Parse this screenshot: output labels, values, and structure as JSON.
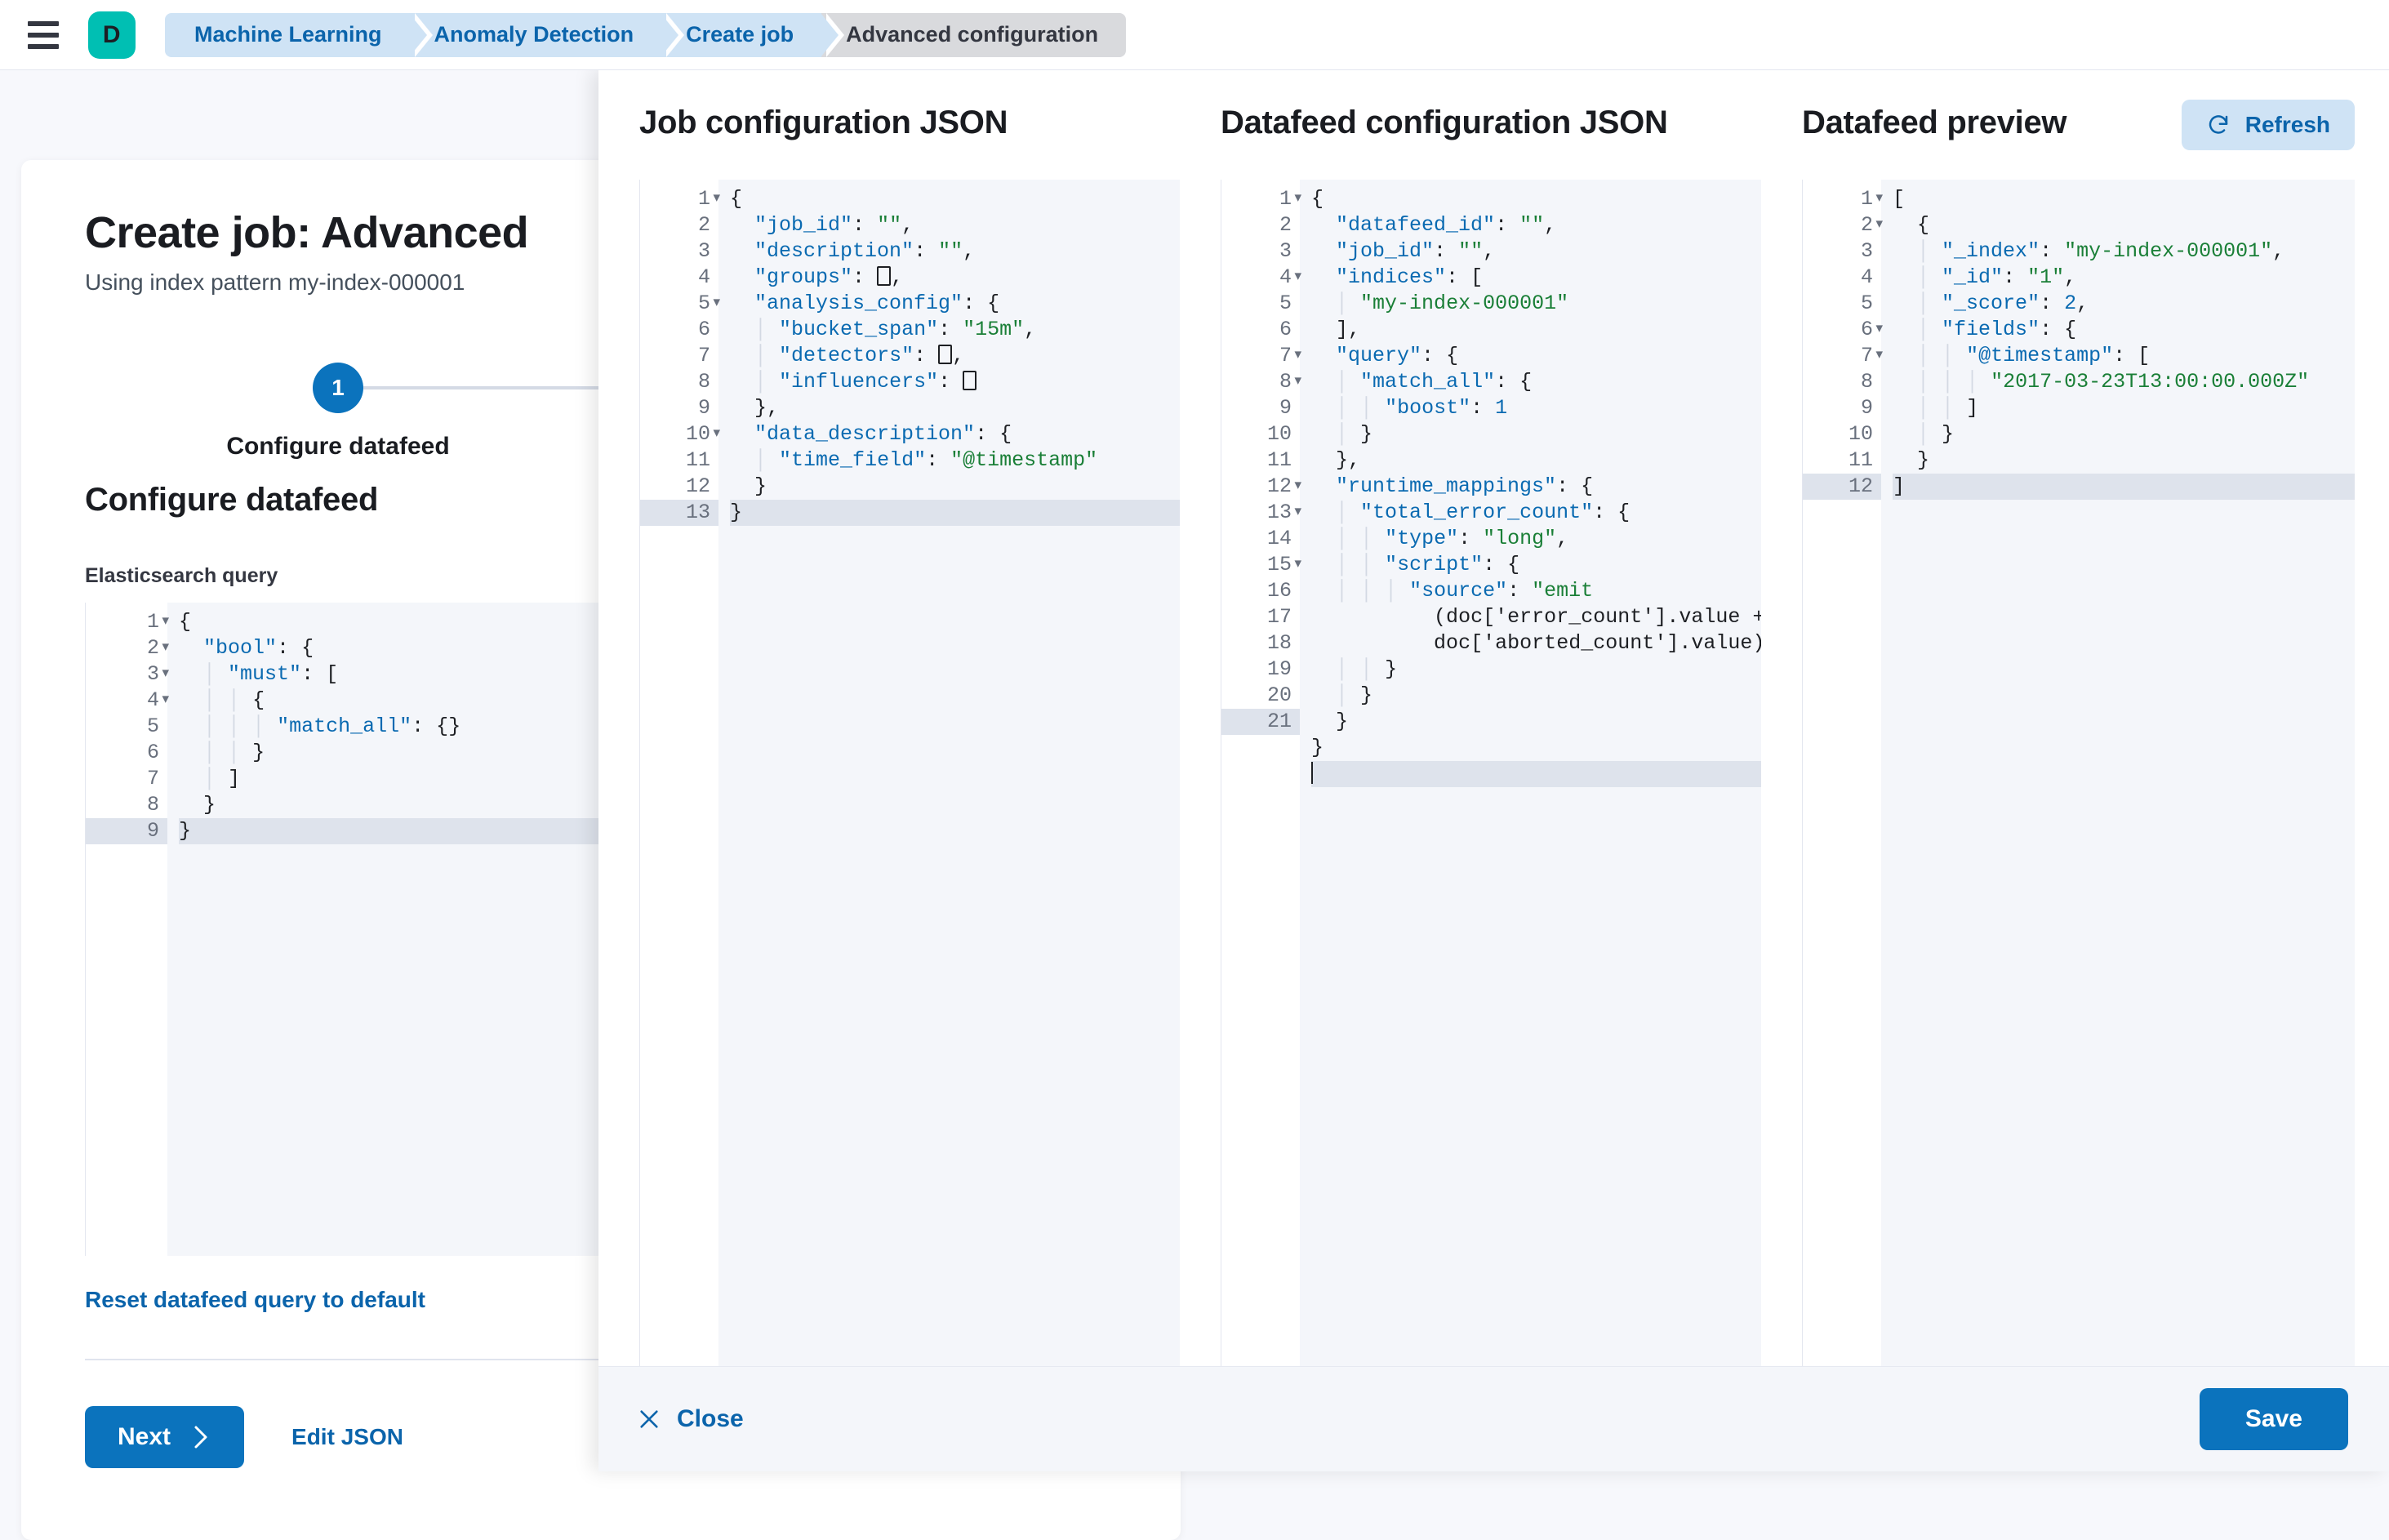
{
  "header": {
    "menu_icon": "hamburger-menu-icon",
    "logo_letter": "D",
    "breadcrumbs": [
      {
        "label": "Machine Learning",
        "current": false
      },
      {
        "label": "Anomaly Detection",
        "current": false
      },
      {
        "label": "Create job",
        "current": false
      },
      {
        "label": "Advanced configuration",
        "current": true
      }
    ]
  },
  "page": {
    "title": "Create job: Advanced",
    "subtitle": "Using index pattern my-index-000001",
    "stepper": {
      "number": "1",
      "label": "Configure datafeed"
    },
    "section_title": "Configure datafeed",
    "query_label": "Elasticsearch query",
    "reset_link": "Reset datafeed query to default",
    "next_button": "Next",
    "next_icon": "chevron-right-icon",
    "edit_json_link": "Edit JSON"
  },
  "flyout": {
    "job_config": {
      "title": "Job configuration JSON"
    },
    "datafeed_config": {
      "title": "Datafeed configuration JSON"
    },
    "datafeed_preview": {
      "title": "Datafeed preview",
      "refresh_label": "Refresh",
      "refresh_icon": "refresh-icon"
    },
    "footer": {
      "close_label": "Close",
      "close_icon": "close-x-icon",
      "save_label": "Save"
    }
  },
  "colors": {
    "accent_blue": "#0b73bd",
    "link_blue": "#0b64ab",
    "brand_teal": "#00bfb3",
    "breadcrumb_bg": "#cfe3f5",
    "breadcrumb_current_bg": "#d9dadd",
    "editor_bg": "#f4f6fa",
    "highlight_row": "#dee3ec",
    "json_key": "#0a6ab1",
    "json_string": "#1a7f37"
  },
  "editors": {
    "elasticsearch_query": {
      "active_line": 9,
      "lines": [
        {
          "n": 1,
          "fold": true,
          "text": "{"
        },
        {
          "n": 2,
          "fold": true,
          "text": "  \"bool\": {"
        },
        {
          "n": 3,
          "fold": true,
          "text": "    \"must\": ["
        },
        {
          "n": 4,
          "fold": true,
          "text": "      {"
        },
        {
          "n": 5,
          "fold": false,
          "text": "        \"match_all\": {}"
        },
        {
          "n": 6,
          "fold": false,
          "text": "      }"
        },
        {
          "n": 7,
          "fold": false,
          "text": "    ]"
        },
        {
          "n": 8,
          "fold": false,
          "text": "  }"
        },
        {
          "n": 9,
          "fold": false,
          "text": "}"
        }
      ]
    },
    "job_configuration": {
      "active_line": 13,
      "lines": [
        {
          "n": 1,
          "fold": true,
          "text": "{"
        },
        {
          "n": 2,
          "fold": false,
          "text": "  \"job_id\": \"\","
        },
        {
          "n": 3,
          "fold": false,
          "text": "  \"description\": \"\","
        },
        {
          "n": 4,
          "fold": false,
          "text": "  \"groups\": [],"
        },
        {
          "n": 5,
          "fold": true,
          "text": "  \"analysis_config\": {"
        },
        {
          "n": 6,
          "fold": false,
          "text": "    \"bucket_span\": \"15m\","
        },
        {
          "n": 7,
          "fold": false,
          "text": "    \"detectors\": [],"
        },
        {
          "n": 8,
          "fold": false,
          "text": "    \"influencers\": []"
        },
        {
          "n": 9,
          "fold": false,
          "text": "  },"
        },
        {
          "n": 10,
          "fold": true,
          "text": "  \"data_description\": {"
        },
        {
          "n": 11,
          "fold": false,
          "text": "    \"time_field\": \"@timestamp\""
        },
        {
          "n": 12,
          "fold": false,
          "text": "  }"
        },
        {
          "n": 13,
          "fold": false,
          "text": "}"
        }
      ]
    },
    "datafeed_configuration": {
      "active_line": 21,
      "lines": [
        {
          "n": 1,
          "fold": true,
          "text": "{"
        },
        {
          "n": 2,
          "fold": false,
          "text": "  \"datafeed_id\": \"\","
        },
        {
          "n": 3,
          "fold": false,
          "text": "  \"job_id\": \"\","
        },
        {
          "n": 4,
          "fold": true,
          "text": "  \"indices\": ["
        },
        {
          "n": 5,
          "fold": false,
          "text": "    \"my-index-000001\""
        },
        {
          "n": 6,
          "fold": false,
          "text": "  ],"
        },
        {
          "n": 7,
          "fold": true,
          "text": "  \"query\": {"
        },
        {
          "n": 8,
          "fold": true,
          "text": "    \"match_all\": {"
        },
        {
          "n": 9,
          "fold": false,
          "text": "      \"boost\": 1"
        },
        {
          "n": 10,
          "fold": false,
          "text": "    }"
        },
        {
          "n": 11,
          "fold": false,
          "text": "  },"
        },
        {
          "n": 12,
          "fold": true,
          "text": "  \"runtime_mappings\": {"
        },
        {
          "n": 13,
          "fold": true,
          "text": "    \"total_error_count\": {"
        },
        {
          "n": 14,
          "fold": false,
          "text": "      \"type\": \"long\","
        },
        {
          "n": 15,
          "fold": true,
          "text": "      \"script\": {"
        },
        {
          "n": 16,
          "fold": false,
          "text": "        \"source\": \"emit(doc['error_count'].value + doc['aborted_count'].value)\""
        },
        {
          "n": 17,
          "fold": false,
          "text": "      }"
        },
        {
          "n": 18,
          "fold": false,
          "text": "    }"
        },
        {
          "n": 19,
          "fold": false,
          "text": "  }"
        },
        {
          "n": 20,
          "fold": false,
          "text": "}"
        },
        {
          "n": 21,
          "fold": false,
          "text": ""
        }
      ]
    },
    "datafeed_preview": {
      "active_line": 12,
      "lines": [
        {
          "n": 1,
          "fold": true,
          "text": "["
        },
        {
          "n": 2,
          "fold": true,
          "text": "  {"
        },
        {
          "n": 3,
          "fold": false,
          "text": "    \"_index\": \"my-index-000001\","
        },
        {
          "n": 4,
          "fold": false,
          "text": "    \"_id\": \"1\","
        },
        {
          "n": 5,
          "fold": false,
          "text": "    \"_score\": 2,"
        },
        {
          "n": 6,
          "fold": true,
          "text": "    \"fields\": {"
        },
        {
          "n": 7,
          "fold": true,
          "text": "      \"@timestamp\": ["
        },
        {
          "n": 8,
          "fold": false,
          "text": "        \"2017-03-23T13:00:00.000Z\""
        },
        {
          "n": 9,
          "fold": false,
          "text": "      ]"
        },
        {
          "n": 10,
          "fold": false,
          "text": "    }"
        },
        {
          "n": 11,
          "fold": false,
          "text": "  }"
        },
        {
          "n": 12,
          "fold": false,
          "text": "]"
        }
      ]
    }
  }
}
